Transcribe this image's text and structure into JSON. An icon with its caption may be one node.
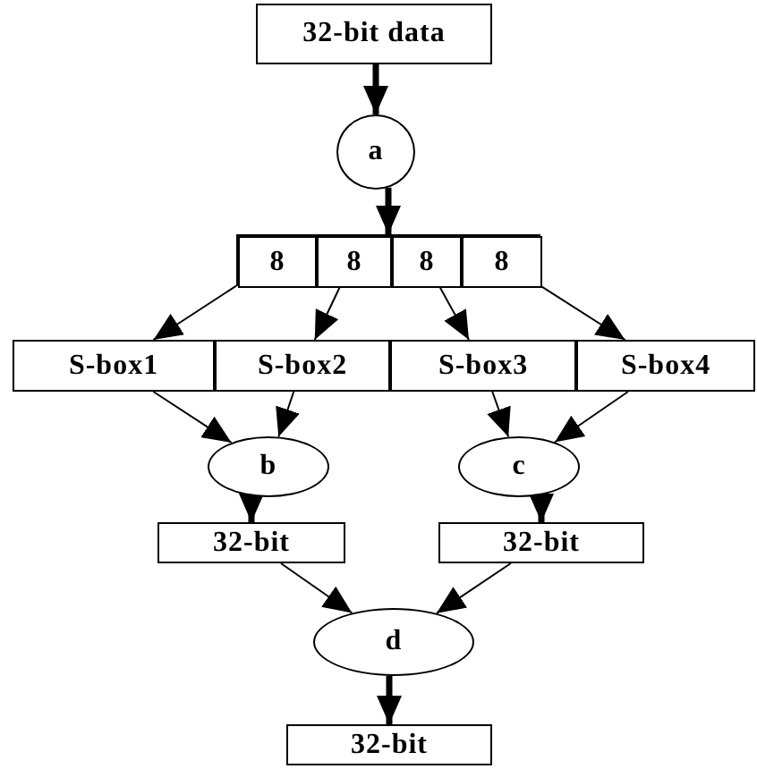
{
  "diagram": {
    "nodes": [
      {
        "text": [
          "32-bit data"
        ]
      },
      {
        "text": [
          "a"
        ]
      },
      {
        "text": [],
        "shape": "box"
      },
      {
        "text": [
          "8"
        ],
        "in": 2
      },
      {
        "text": [
          "8"
        ],
        "in": 2
      },
      {
        "text": [
          "8"
        ],
        "in": 2
      },
      {
        "text": [
          "8"
        ],
        "in": 2
      },
      {
        "text": [
          "S-box1"
        ]
      },
      {
        "text": [
          "S-box2"
        ]
      },
      {
        "text": [
          "S-box3"
        ]
      },
      {
        "text": [
          "S-box4"
        ]
      },
      {
        "text": [
          "b"
        ]
      },
      {
        "text": [
          "c"
        ]
      },
      {
        "text": [
          "32-bit"
        ]
      },
      {
        "text": [
          "32-bit"
        ]
      },
      {
        "text": [
          "d"
        ]
      },
      {
        "text": [
          "32-bit"
        ]
      }
    ],
    "edges": [
      {
        "from": 0,
        "to": 1,
        "arrow": "to",
        "style": "thick"
      },
      {
        "from": 1,
        "to": 2,
        "arrow": "to",
        "style": "thick"
      },
      {
        "from": 3,
        "to": 7,
        "arrow": "to"
      },
      {
        "from": 4,
        "to": 8,
        "arrow": "to"
      },
      {
        "from": 5,
        "to": 9,
        "arrow": "to"
      },
      {
        "from": 6,
        "to": 10,
        "arrow": "to"
      },
      {
        "from": 7,
        "to": 11,
        "arrow": "to"
      },
      {
        "from": 8,
        "to": 11,
        "arrow": "to"
      },
      {
        "from": 9,
        "to": 12,
        "arrow": "to"
      },
      {
        "from": 10,
        "to": 12,
        "arrow": "to"
      },
      {
        "from": 11,
        "to": 13,
        "arrow": "to",
        "style": "thick"
      },
      {
        "from": 12,
        "to": 14,
        "arrow": "to",
        "style": "thick"
      },
      {
        "from": 13,
        "to": 15,
        "arrow": "to"
      },
      {
        "from": 14,
        "to": 15,
        "arrow": "to"
      },
      {
        "from": 15,
        "to": 16,
        "arrow": "to",
        "style": "thick"
      }
    ]
  }
}
